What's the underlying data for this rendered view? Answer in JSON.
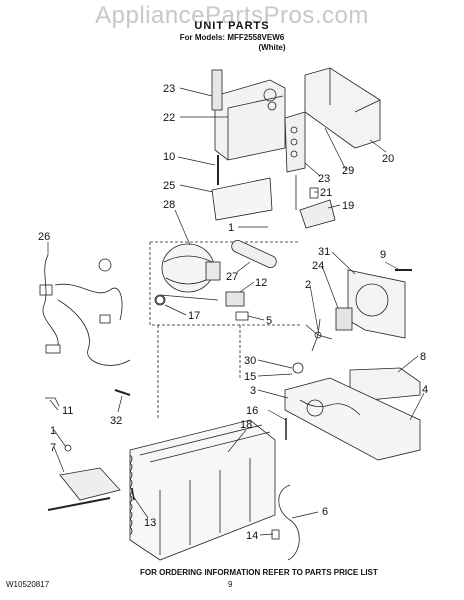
{
  "watermark": "AppliancePartsPros.com",
  "title": "UNIT PARTS",
  "models_line": "For Models: MFF2558VEW6",
  "color_line": "(White)",
  "footer": {
    "doc_number": "W10520817",
    "page_number": "9",
    "ordering_note": "FOR ORDERING INFORMATION REFER TO PARTS PRICE LIST"
  },
  "callouts": [
    "23",
    "22",
    "10",
    "25",
    "28",
    "1",
    "26",
    "27",
    "12",
    "17",
    "5",
    "31",
    "9",
    "24",
    "2",
    "30",
    "15",
    "3",
    "8",
    "4",
    "11",
    "32",
    "16",
    "18",
    "1",
    "7",
    "13",
    "6",
    "14",
    "20",
    "29",
    "23",
    "21",
    "19"
  ]
}
